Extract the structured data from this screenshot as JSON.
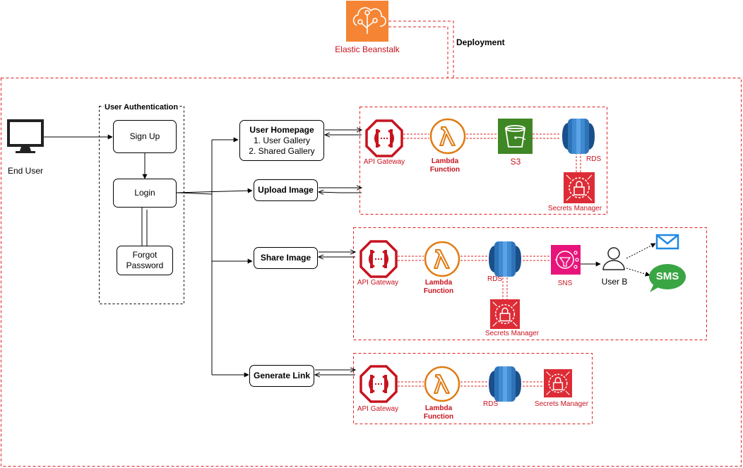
{
  "deploy": {
    "service_label": "Elastic Beanstalk",
    "arrow_label": "Deployment",
    "icon": "elastic-beanstalk-icon"
  },
  "user": {
    "label": "End User",
    "icon": "desktop-monitor-icon"
  },
  "auth": {
    "title": "User Authentication",
    "signup": "Sign Up",
    "login": "Login",
    "forgot_line1": "Forgot",
    "forgot_line2": "Password"
  },
  "pages": {
    "homepage_title": "User Homepage",
    "homepage_item1": "1. User Gallery",
    "homepage_item2": "2. Shared Gallery",
    "upload": "Upload Image",
    "share": "Share Image",
    "generate": "Generate Link"
  },
  "services": {
    "api_gateway": "API Gateway",
    "lambda_line1": "Lambda",
    "lambda_line2": "Function",
    "s3": "S3",
    "rds": "RDS",
    "secrets_manager": "Secrets Manager",
    "sns": "SNS",
    "user_b": "User B",
    "sms": "SMS"
  },
  "colors": {
    "aws_red": "#c7131f",
    "lambda_orange": "#e07b12",
    "s3_green": "#3f8624",
    "rds_blue": "#2e73b8",
    "sns_pink": "#e7157b",
    "beanstalk_orange": "#f58534",
    "sms_green": "#3aa543",
    "mail_blue": "#1e88e5"
  }
}
